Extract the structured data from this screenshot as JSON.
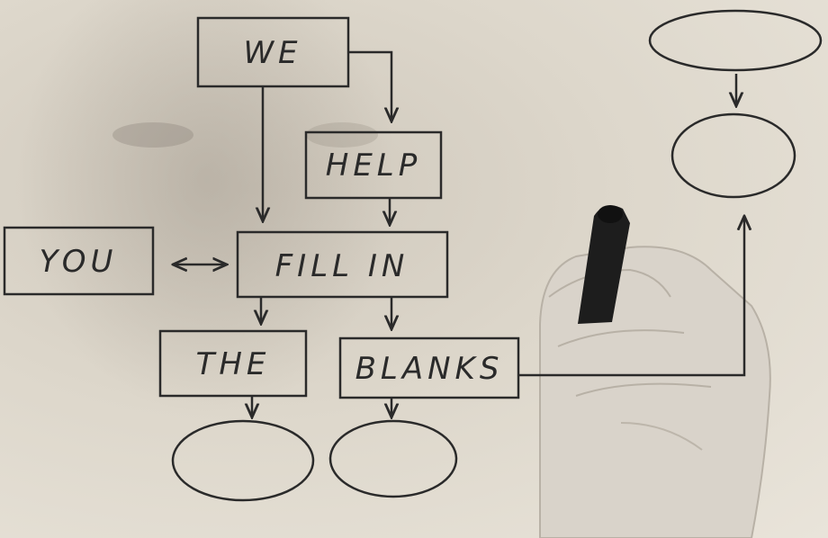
{
  "flowchart": {
    "we": "WE",
    "help": "HELP",
    "you": "YOU",
    "fill_in": "FILL IN",
    "the": "THE",
    "blanks": "BLANKS"
  },
  "colors": {
    "ink": "#2a2a2a",
    "paper": "#e8e2d6",
    "skin": "#d9d3ca",
    "marker": "#1d1d1d"
  }
}
